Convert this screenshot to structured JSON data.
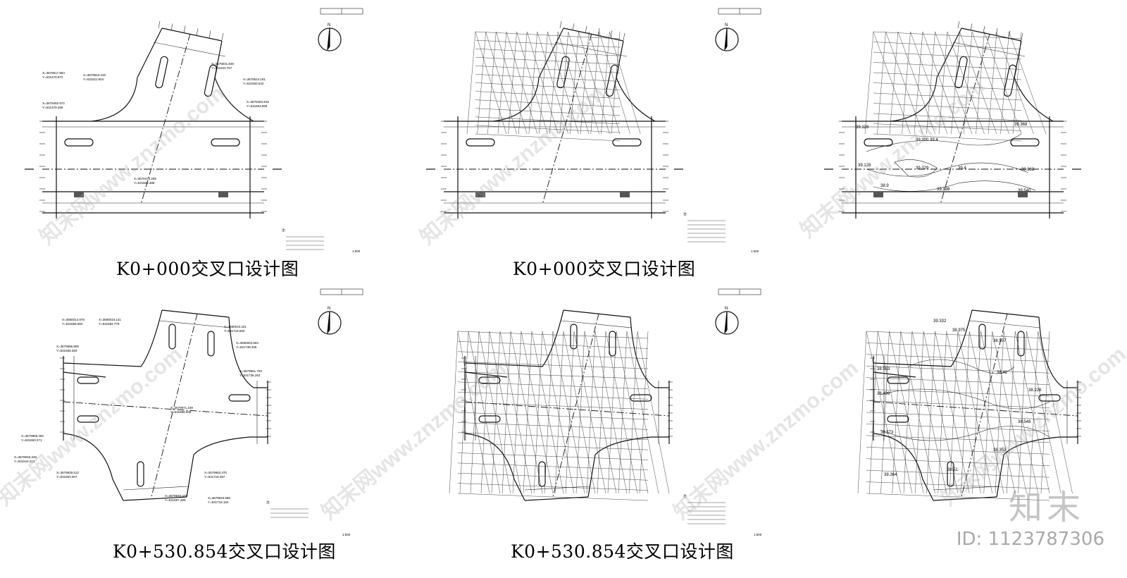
{
  "panels": [
    {
      "caption": "K0+000交叉口设计图",
      "type": "T"
    },
    {
      "caption": "K0+000交叉口设计图",
      "type": "T"
    },
    {
      "caption": "",
      "type": "T"
    },
    {
      "caption": "K0+530.854交叉口设计图",
      "type": "X"
    },
    {
      "caption": "K0+530.854交叉口设计图",
      "type": "X"
    },
    {
      "caption": "",
      "type": "X"
    }
  ],
  "north_label": "N",
  "coords_top": [
    "X=3679517.964",
    "Y=531479.872",
    "X=3679523.419",
    "Y=531511.804",
    "X=3679531.848",
    "Y=531544.767",
    "X=3679514.181",
    "Y=531563.542",
    "X=3679492.972",
    "Y=531479.289",
    "X=3679494.816",
    "Y=531563.895",
    "X=3679472.285",
    "Y=531502.488"
  ],
  "coords_bottom": [
    "X=3680014.978",
    "Y=531666.984",
    "X=3680018.141",
    "Y=531684.779",
    "X=3680010.421",
    "Y=531719.660",
    "X=3679995.909",
    "Y=531659.383",
    "X=3680003.584",
    "Y=531738.455",
    "X=3679961.703",
    "Y=531736.263",
    "X=3679971.159",
    "Y=531688.948",
    "X=3679965.400",
    "Y=531650.271",
    "X=3679946.349",
    "Y=531644.212",
    "X=3679939.512",
    "Y=531663.007",
    "X=3679953.470",
    "Y=531718.357",
    "X=3679940.425",
    "Y=531697.380",
    "X=3679933.588",
    "Y=531718.184"
  ],
  "elevations": {
    "top": [
      "39.128",
      "39.128",
      "39.368",
      "39.863",
      "39.398",
      "39.540",
      "39.329",
      "39.4",
      "39.300",
      "39.4",
      "38.9"
    ],
    "bottom": [
      "39.332",
      "38.975",
      "38.597",
      "38.42",
      "38.226",
      "38.553",
      "38.499",
      "38.353",
      "38.573",
      "38.548",
      "39.364",
      "38.51"
    ]
  },
  "watermark_text": "知末网www.znzmo.com",
  "brand": "知末",
  "id_text": "ID: 1123787306"
}
